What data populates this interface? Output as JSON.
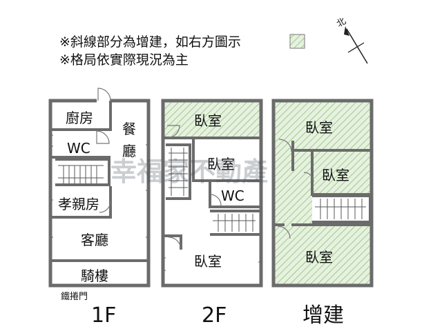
{
  "notes": {
    "line1": "※斜線部分為增建，如右方圖示",
    "line2": "※格局依實際現況為主"
  },
  "compass": {
    "label": "北"
  },
  "watermark": "幸福家不動產",
  "floors": {
    "f1": {
      "caption": "1F",
      "rooms": {
        "kitchen": "廚房",
        "dining_1": "餐",
        "dining_2": "廳",
        "wc": "WC",
        "elder_room": "孝親房",
        "living": "客廳",
        "arcade": "騎樓"
      },
      "gate": "鐵捲門"
    },
    "f2": {
      "caption": "2F",
      "rooms": {
        "bed_top": "臥室",
        "bed_mid": "臥室",
        "wc": "WC",
        "bed_bottom": "臥室"
      }
    },
    "ext": {
      "caption": "增建",
      "rooms": {
        "bed_top": "臥室",
        "bed_mid": "臥室",
        "bed_bottom": "臥室"
      }
    }
  },
  "colors": {
    "hatch_fill": "#e6f1df",
    "hatch_line": "#8fbf7a",
    "wall": "#6b6b6b"
  }
}
